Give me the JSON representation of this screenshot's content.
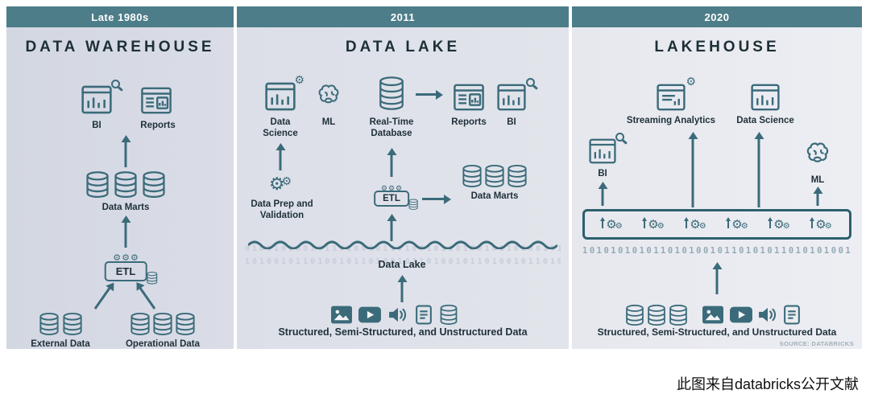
{
  "glyphs": {
    "gear": "⚙"
  },
  "colors": {
    "header_teal": "#4d7d89",
    "diagram_teal": "#3b6b7a",
    "pipeline_teal": "#2e5f6d",
    "panel1_bg": "#d6dae4",
    "panel2_bg": "#dee1e9",
    "panel3_bg": "#e8eaef",
    "binary_light": "#c7cdd8",
    "binary_dark": "#93aab4"
  },
  "caption": "此图来自databricks公开文献",
  "panels": [
    {
      "era": "Late 1980s",
      "title": "DATA WAREHOUSE",
      "bi_label": "BI",
      "reports_label": "Reports",
      "data_marts_label": "Data Marts",
      "etl_label": "ETL",
      "external_data_label": "External Data",
      "operational_data_label": "Operational Data"
    },
    {
      "era": "2011",
      "title": "DATA LAKE",
      "data_science_label": "Data Science",
      "ml_label": "ML",
      "realtime_db_label": "Real-Time Database",
      "reports_label": "Reports",
      "bi_label": "BI",
      "data_prep_label": "Data Prep and Validation",
      "etl_label": "ETL",
      "data_marts_label": "Data Marts",
      "data_lake_label": "Data Lake",
      "binary_row1": "01011010010110100101101001011010010110100101",
      "binary_row2": "10100101101001011010010110100101101001011010",
      "footer": "Structured, Semi-Structured, and Unstructured Data"
    },
    {
      "era": "2020",
      "title": "LAKEHOUSE",
      "streaming_label": "Streaming Analytics",
      "data_science_label": "Data Science",
      "bi_label": "BI",
      "ml_label": "ML",
      "binary_row": "101010101011010100101101010110101010011010",
      "footer": "Structured, Semi-Structured, and Unstructured Data",
      "source": "SOURCE: DATABRICKS"
    }
  ]
}
